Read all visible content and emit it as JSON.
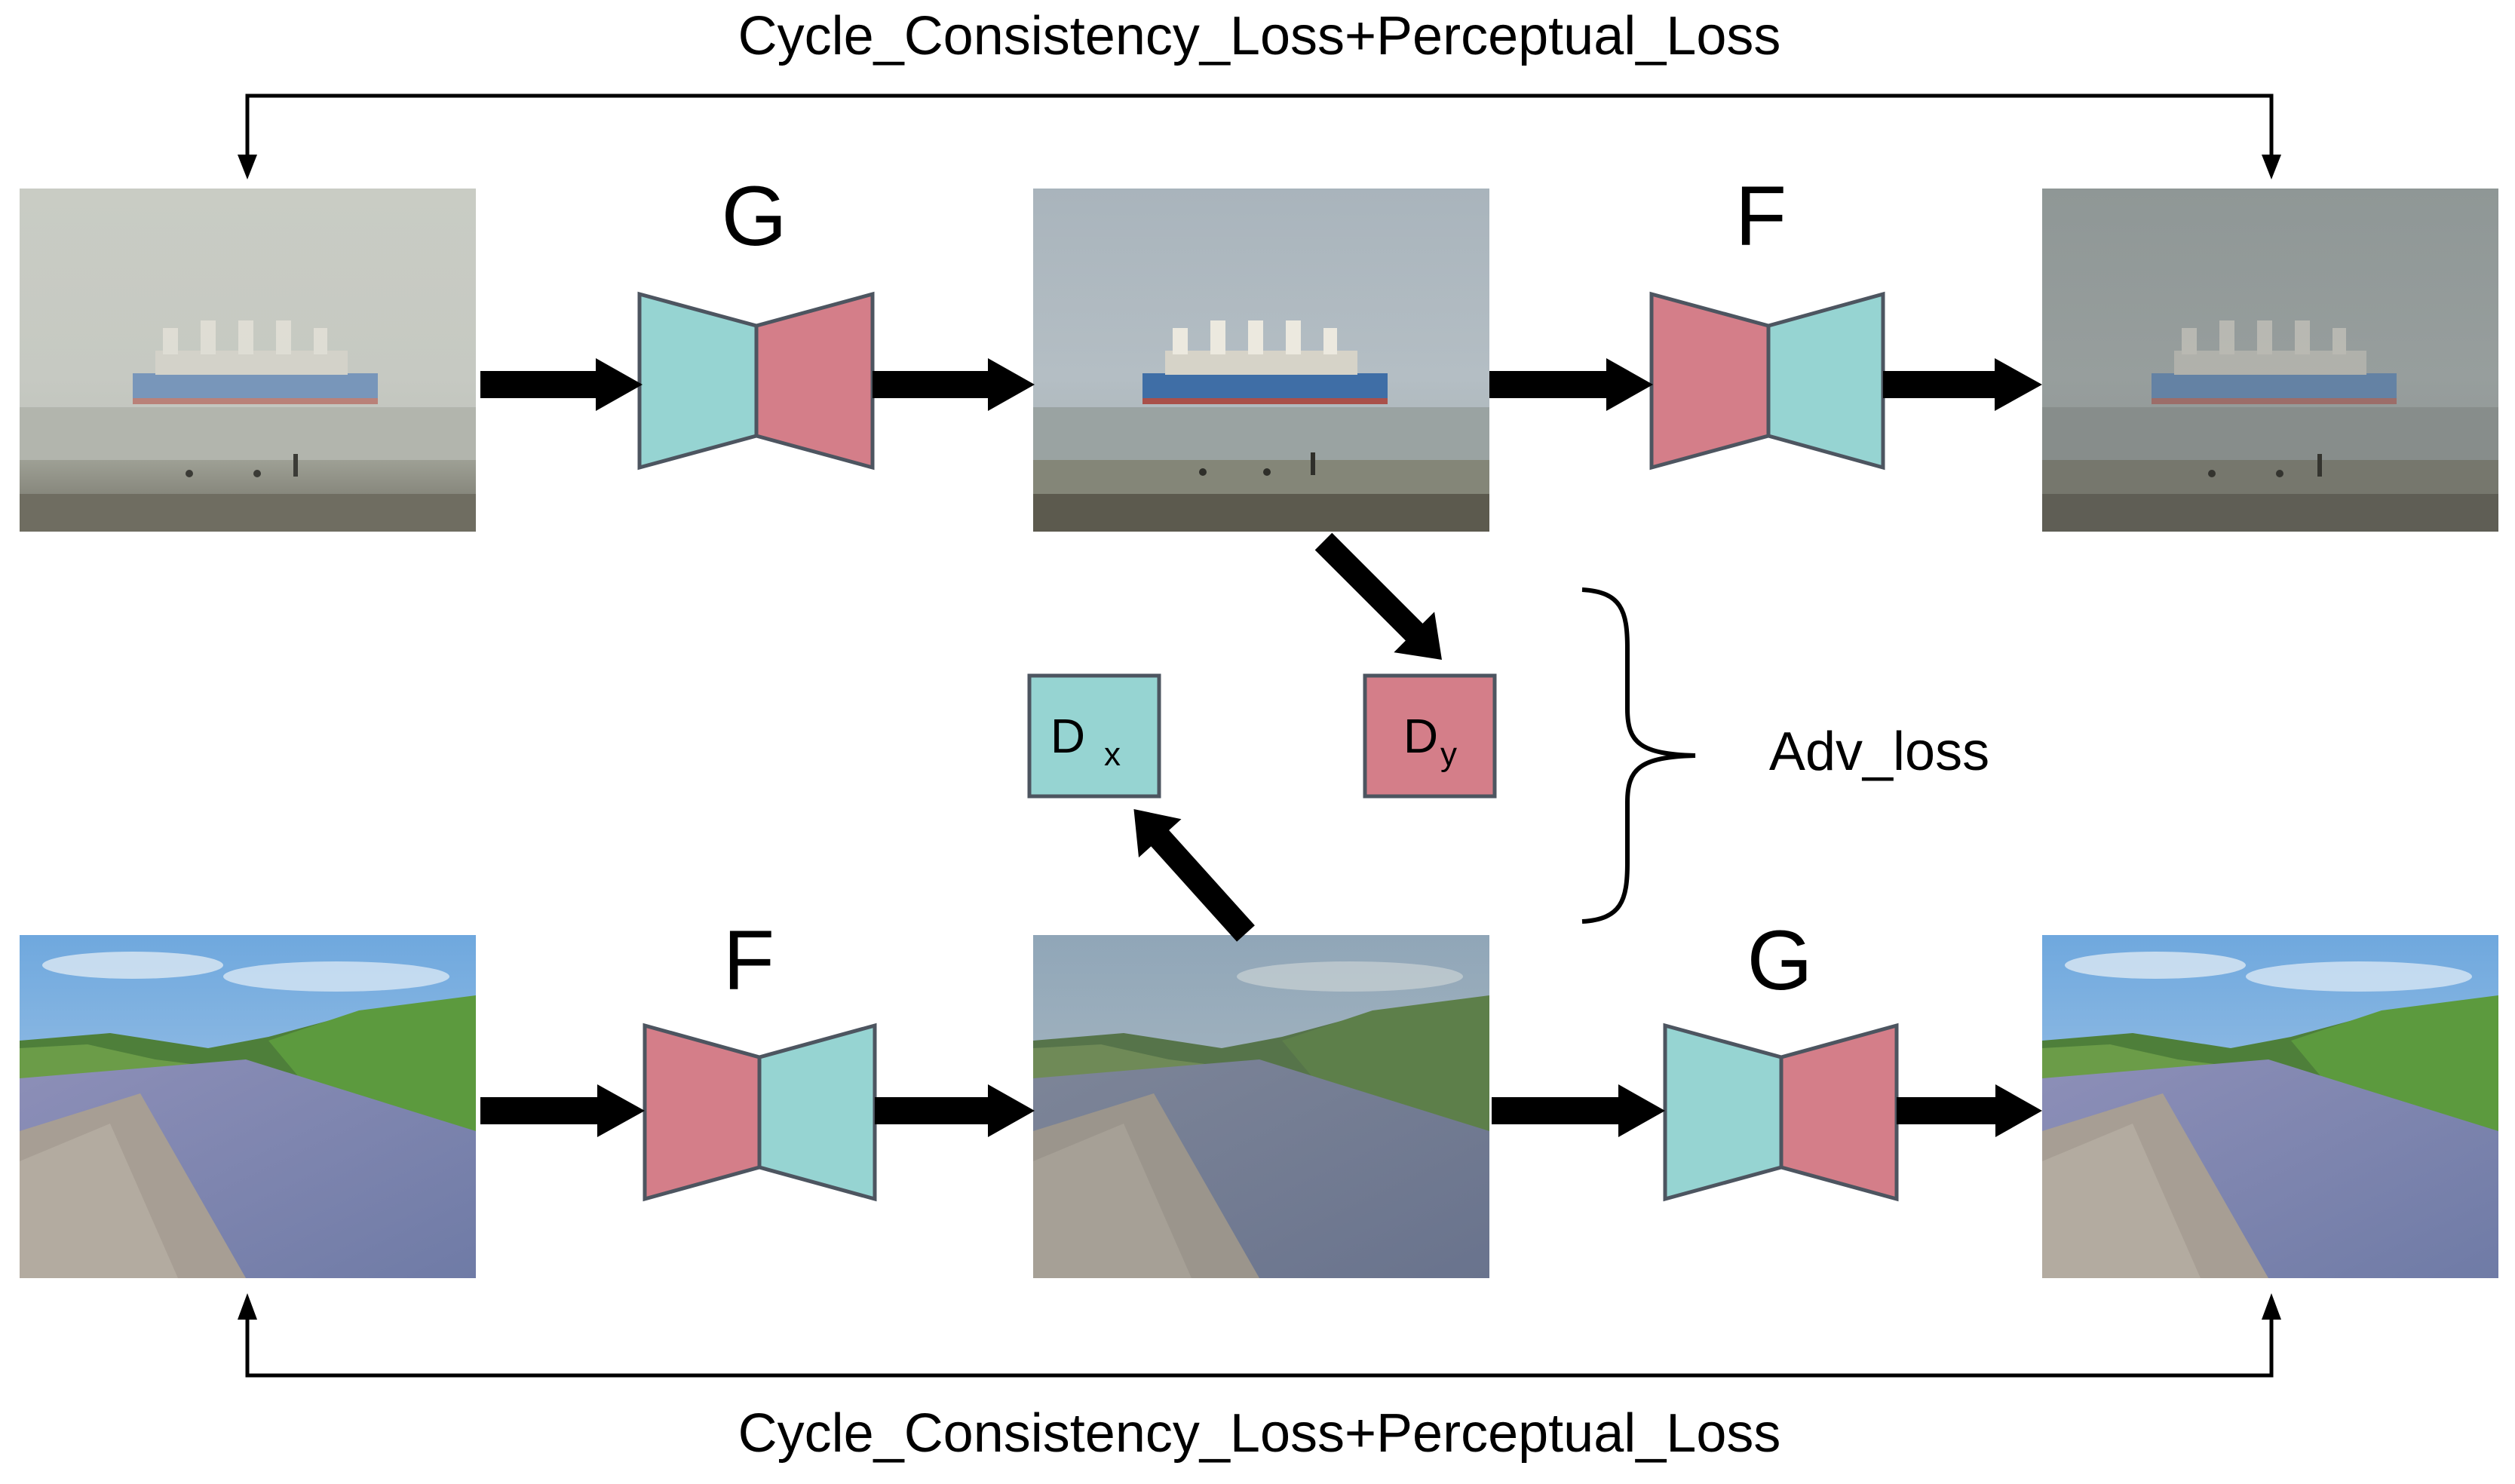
{
  "labels": {
    "top_loss": "Cycle_Consistency_Loss+Perceptual_Loss",
    "bottom_loss": "Cycle_Consistency_Loss+Perceptual_Loss",
    "adv_loss": "Adv_loss",
    "top_gen1": "G",
    "top_gen2": "F",
    "bottom_gen1": "F",
    "bottom_gen2": "G",
    "disc_x_main": "D",
    "disc_x_sub": "x",
    "disc_y_main": "D",
    "disc_y_sub": "y"
  },
  "colors": {
    "teal": "#96d4d2",
    "pink": "#d47e89",
    "outline": "#4d5560",
    "arrow": "#000000"
  }
}
